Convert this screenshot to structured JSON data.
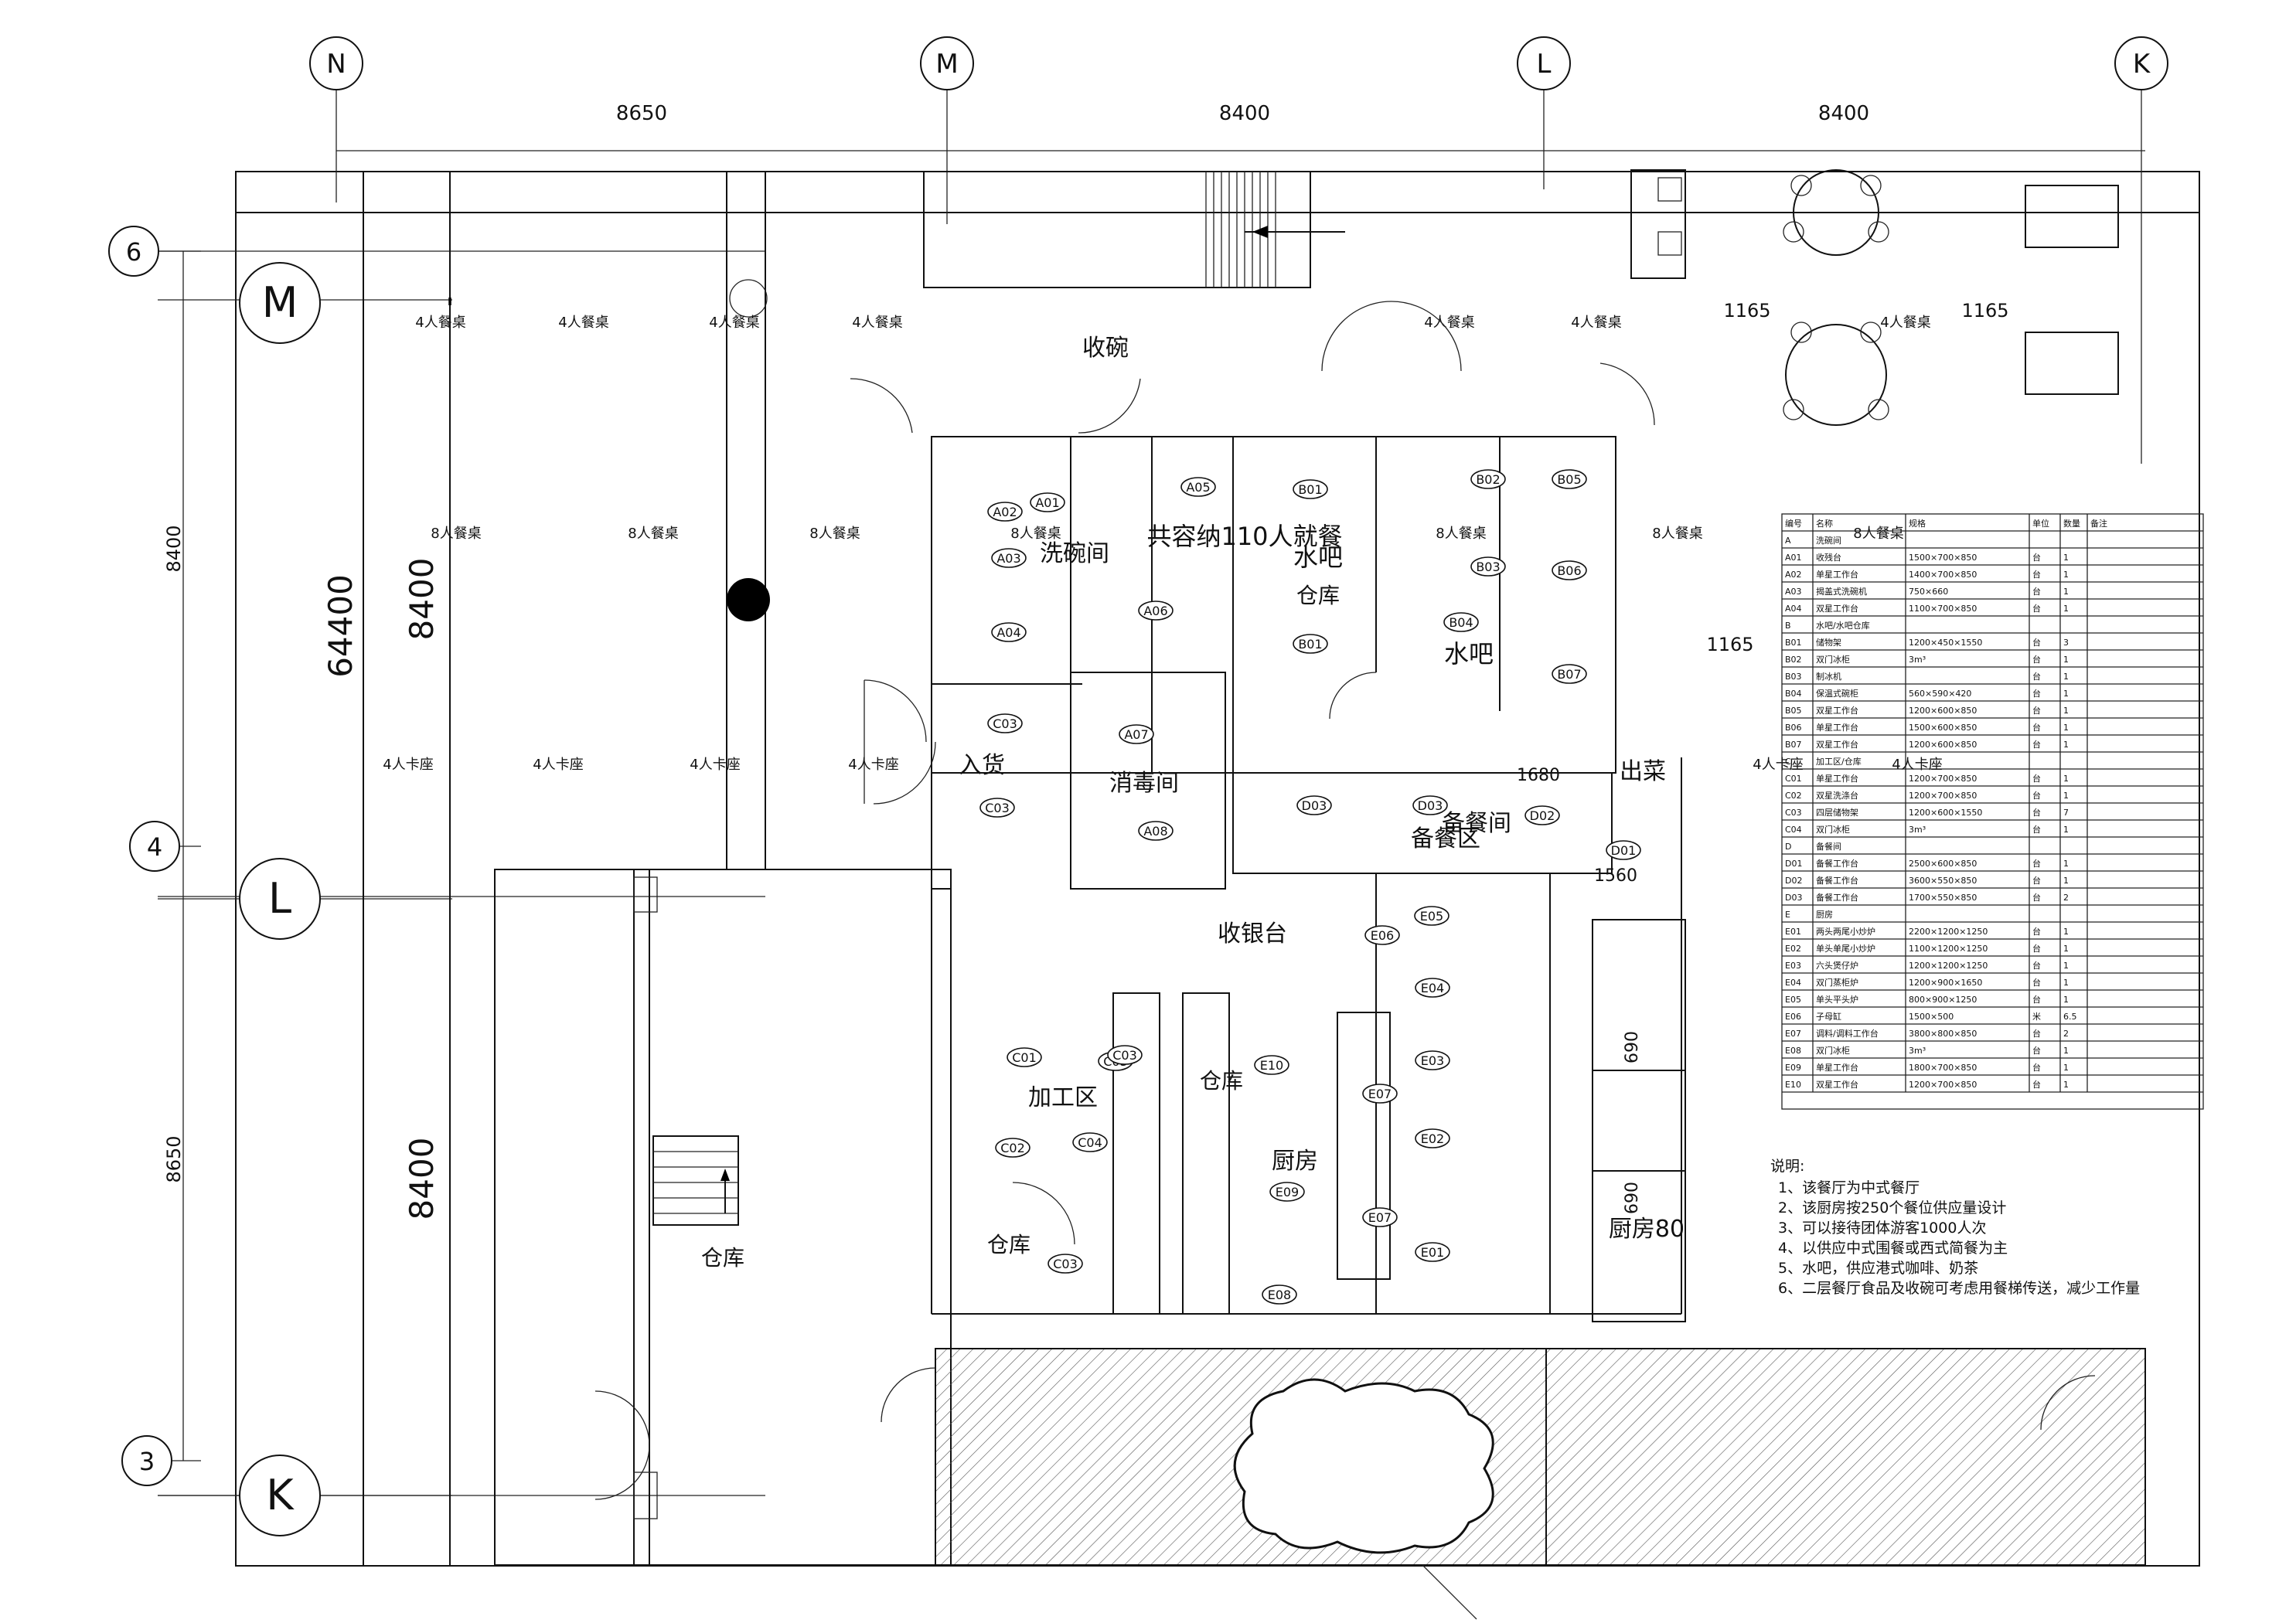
{
  "axes": {
    "top": [
      "N",
      "M",
      "L",
      "K"
    ],
    "left_outer": [
      "6",
      "4",
      "3"
    ],
    "left_inner": [
      "M",
      "L",
      "K"
    ]
  },
  "dimensions": {
    "top": [
      "8650",
      "8400",
      "8400"
    ],
    "left_outer": [
      "8400",
      "8650"
    ],
    "left_total": "64400",
    "left_inner": [
      "8400",
      "8400"
    ],
    "misc": [
      "1165",
      "1165",
      "1165",
      "1680",
      "1560",
      "690",
      "690"
    ]
  },
  "rooms": [
    {
      "id": "washing",
      "label": "洗碗间"
    },
    {
      "id": "disinfect",
      "label": "消毒间"
    },
    {
      "id": "receive",
      "label": "入货"
    },
    {
      "id": "collect",
      "label": "收碗"
    },
    {
      "id": "prep",
      "label": "备餐间"
    },
    {
      "id": "prep2",
      "label": "备餐区"
    },
    {
      "id": "cashier",
      "label": "收银台"
    },
    {
      "id": "process",
      "label": "加工区"
    },
    {
      "id": "kitchen",
      "label": "厨房"
    },
    {
      "id": "kitchen80",
      "label": "厨房80"
    },
    {
      "id": "store1",
      "label": "仓库"
    },
    {
      "id": "store2",
      "label": "仓库"
    },
    {
      "id": "store3",
      "label": "仓库"
    },
    {
      "id": "store4",
      "label": "仓库"
    },
    {
      "id": "bar1",
      "label": "水吧"
    },
    {
      "id": "bar2",
      "label": "水吧"
    },
    {
      "id": "capacity",
      "label": "共容纳110人就餐"
    },
    {
      "id": "outlet",
      "label": "出菜"
    }
  ],
  "tables": {
    "four": "4人餐桌",
    "eight": "8人餐桌",
    "booth": "4人卡座"
  },
  "equipment": [
    "A01",
    "A02",
    "A03",
    "A04",
    "A05",
    "A06",
    "A07",
    "A08",
    "B01",
    "B01",
    "B02",
    "B03",
    "B04",
    "B05",
    "B06",
    "B07",
    "C01",
    "C02",
    "C03",
    "C03",
    "C03",
    "C03",
    "C03",
    "C04",
    "D01",
    "D02",
    "D03",
    "D03",
    "E01",
    "E02",
    "E03",
    "E04",
    "E05",
    "E06",
    "E07",
    "E07",
    "E08",
    "E09",
    "E10"
  ],
  "notes": {
    "title": "说明:",
    "items": [
      "1、该餐厅为中式餐厅",
      "2、该厨房按250个餐位供应量设计",
      "3、可以接待团体游客1000人次",
      "4、以供应中式围餐或西式简餐为主",
      "5、水吧，供应港式咖啡、奶茶",
      "6、二层餐厅食品及收碗可考虑用餐梯传送，减少工作量"
    ]
  },
  "schedule": {
    "headers": [
      "编号",
      "名称",
      "规格",
      "单位",
      "数量",
      "备注"
    ],
    "rows": [
      [
        "A",
        "洗碗间",
        "",
        "",
        "",
        ""
      ],
      [
        "A01",
        "收残台",
        "1500×700×850",
        "台",
        "1",
        ""
      ],
      [
        "A02",
        "单星工作台",
        "1400×700×850",
        "台",
        "1",
        ""
      ],
      [
        "A03",
        "揭盖式洗碗机",
        "750×660",
        "台",
        "1",
        ""
      ],
      [
        "A04",
        "双星工作台",
        "1100×700×850",
        "台",
        "1",
        ""
      ],
      [
        "B",
        "水吧/水吧仓库",
        "",
        "",
        "",
        ""
      ],
      [
        "B01",
        "储物架",
        "1200×450×1550",
        "台",
        "3",
        ""
      ],
      [
        "B02",
        "双门冰柜",
        "3m³",
        "台",
        "1",
        ""
      ],
      [
        "B03",
        "制冰机",
        "",
        "台",
        "1",
        ""
      ],
      [
        "B04",
        "保温式碗柜",
        "560×590×420",
        "台",
        "1",
        ""
      ],
      [
        "B05",
        "双星工作台",
        "1200×600×850",
        "台",
        "1",
        ""
      ],
      [
        "B06",
        "单星工作台",
        "1500×600×850",
        "台",
        "1",
        ""
      ],
      [
        "B07",
        "双星工作台",
        "1200×600×850",
        "台",
        "1",
        ""
      ],
      [
        "C",
        "加工区/仓库",
        "",
        "",
        "",
        ""
      ],
      [
        "C01",
        "单星工作台",
        "1200×700×850",
        "台",
        "1",
        ""
      ],
      [
        "C02",
        "双星洗涤台",
        "1200×700×850",
        "台",
        "1",
        ""
      ],
      [
        "C03",
        "四层储物架",
        "1200×600×1550",
        "台",
        "7",
        ""
      ],
      [
        "C04",
        "双门冰柜",
        "3m³",
        "台",
        "1",
        ""
      ],
      [
        "D",
        "备餐间",
        "",
        "",
        "",
        ""
      ],
      [
        "D01",
        "备餐工作台",
        "2500×600×850",
        "台",
        "1",
        ""
      ],
      [
        "D02",
        "备餐工作台",
        "3600×550×850",
        "台",
        "1",
        ""
      ],
      [
        "D03",
        "备餐工作台",
        "1700×550×850",
        "台",
        "2",
        ""
      ],
      [
        "E",
        "厨房",
        "",
        "",
        "",
        ""
      ],
      [
        "E01",
        "两头两尾小炒炉",
        "2200×1200×1250",
        "台",
        "1",
        ""
      ],
      [
        "E02",
        "单头单尾小炒炉",
        "1100×1200×1250",
        "台",
        "1",
        ""
      ],
      [
        "E03",
        "六头煲仔炉",
        "1200×1200×1250",
        "台",
        "1",
        ""
      ],
      [
        "E04",
        "双门蒸柜炉",
        "1200×900×1650",
        "台",
        "1",
        ""
      ],
      [
        "E05",
        "单头平头炉",
        "800×900×1250",
        "台",
        "1",
        ""
      ],
      [
        "E06",
        "子母缸",
        "1500×500",
        "米",
        "6.5",
        ""
      ],
      [
        "E07",
        "调料/调料工作台",
        "3800×800×850",
        "台",
        "2",
        ""
      ],
      [
        "E08",
        "双门冰柜",
        "3m³",
        "台",
        "1",
        ""
      ],
      [
        "E09",
        "单星工作台",
        "1800×700×850",
        "台",
        "1",
        ""
      ],
      [
        "E10",
        "双星工作台",
        "1200×700×850",
        "台",
        "1",
        ""
      ]
    ]
  },
  "colors": {
    "line": "#111111",
    "background": "#ffffff",
    "fill": "#000000"
  }
}
